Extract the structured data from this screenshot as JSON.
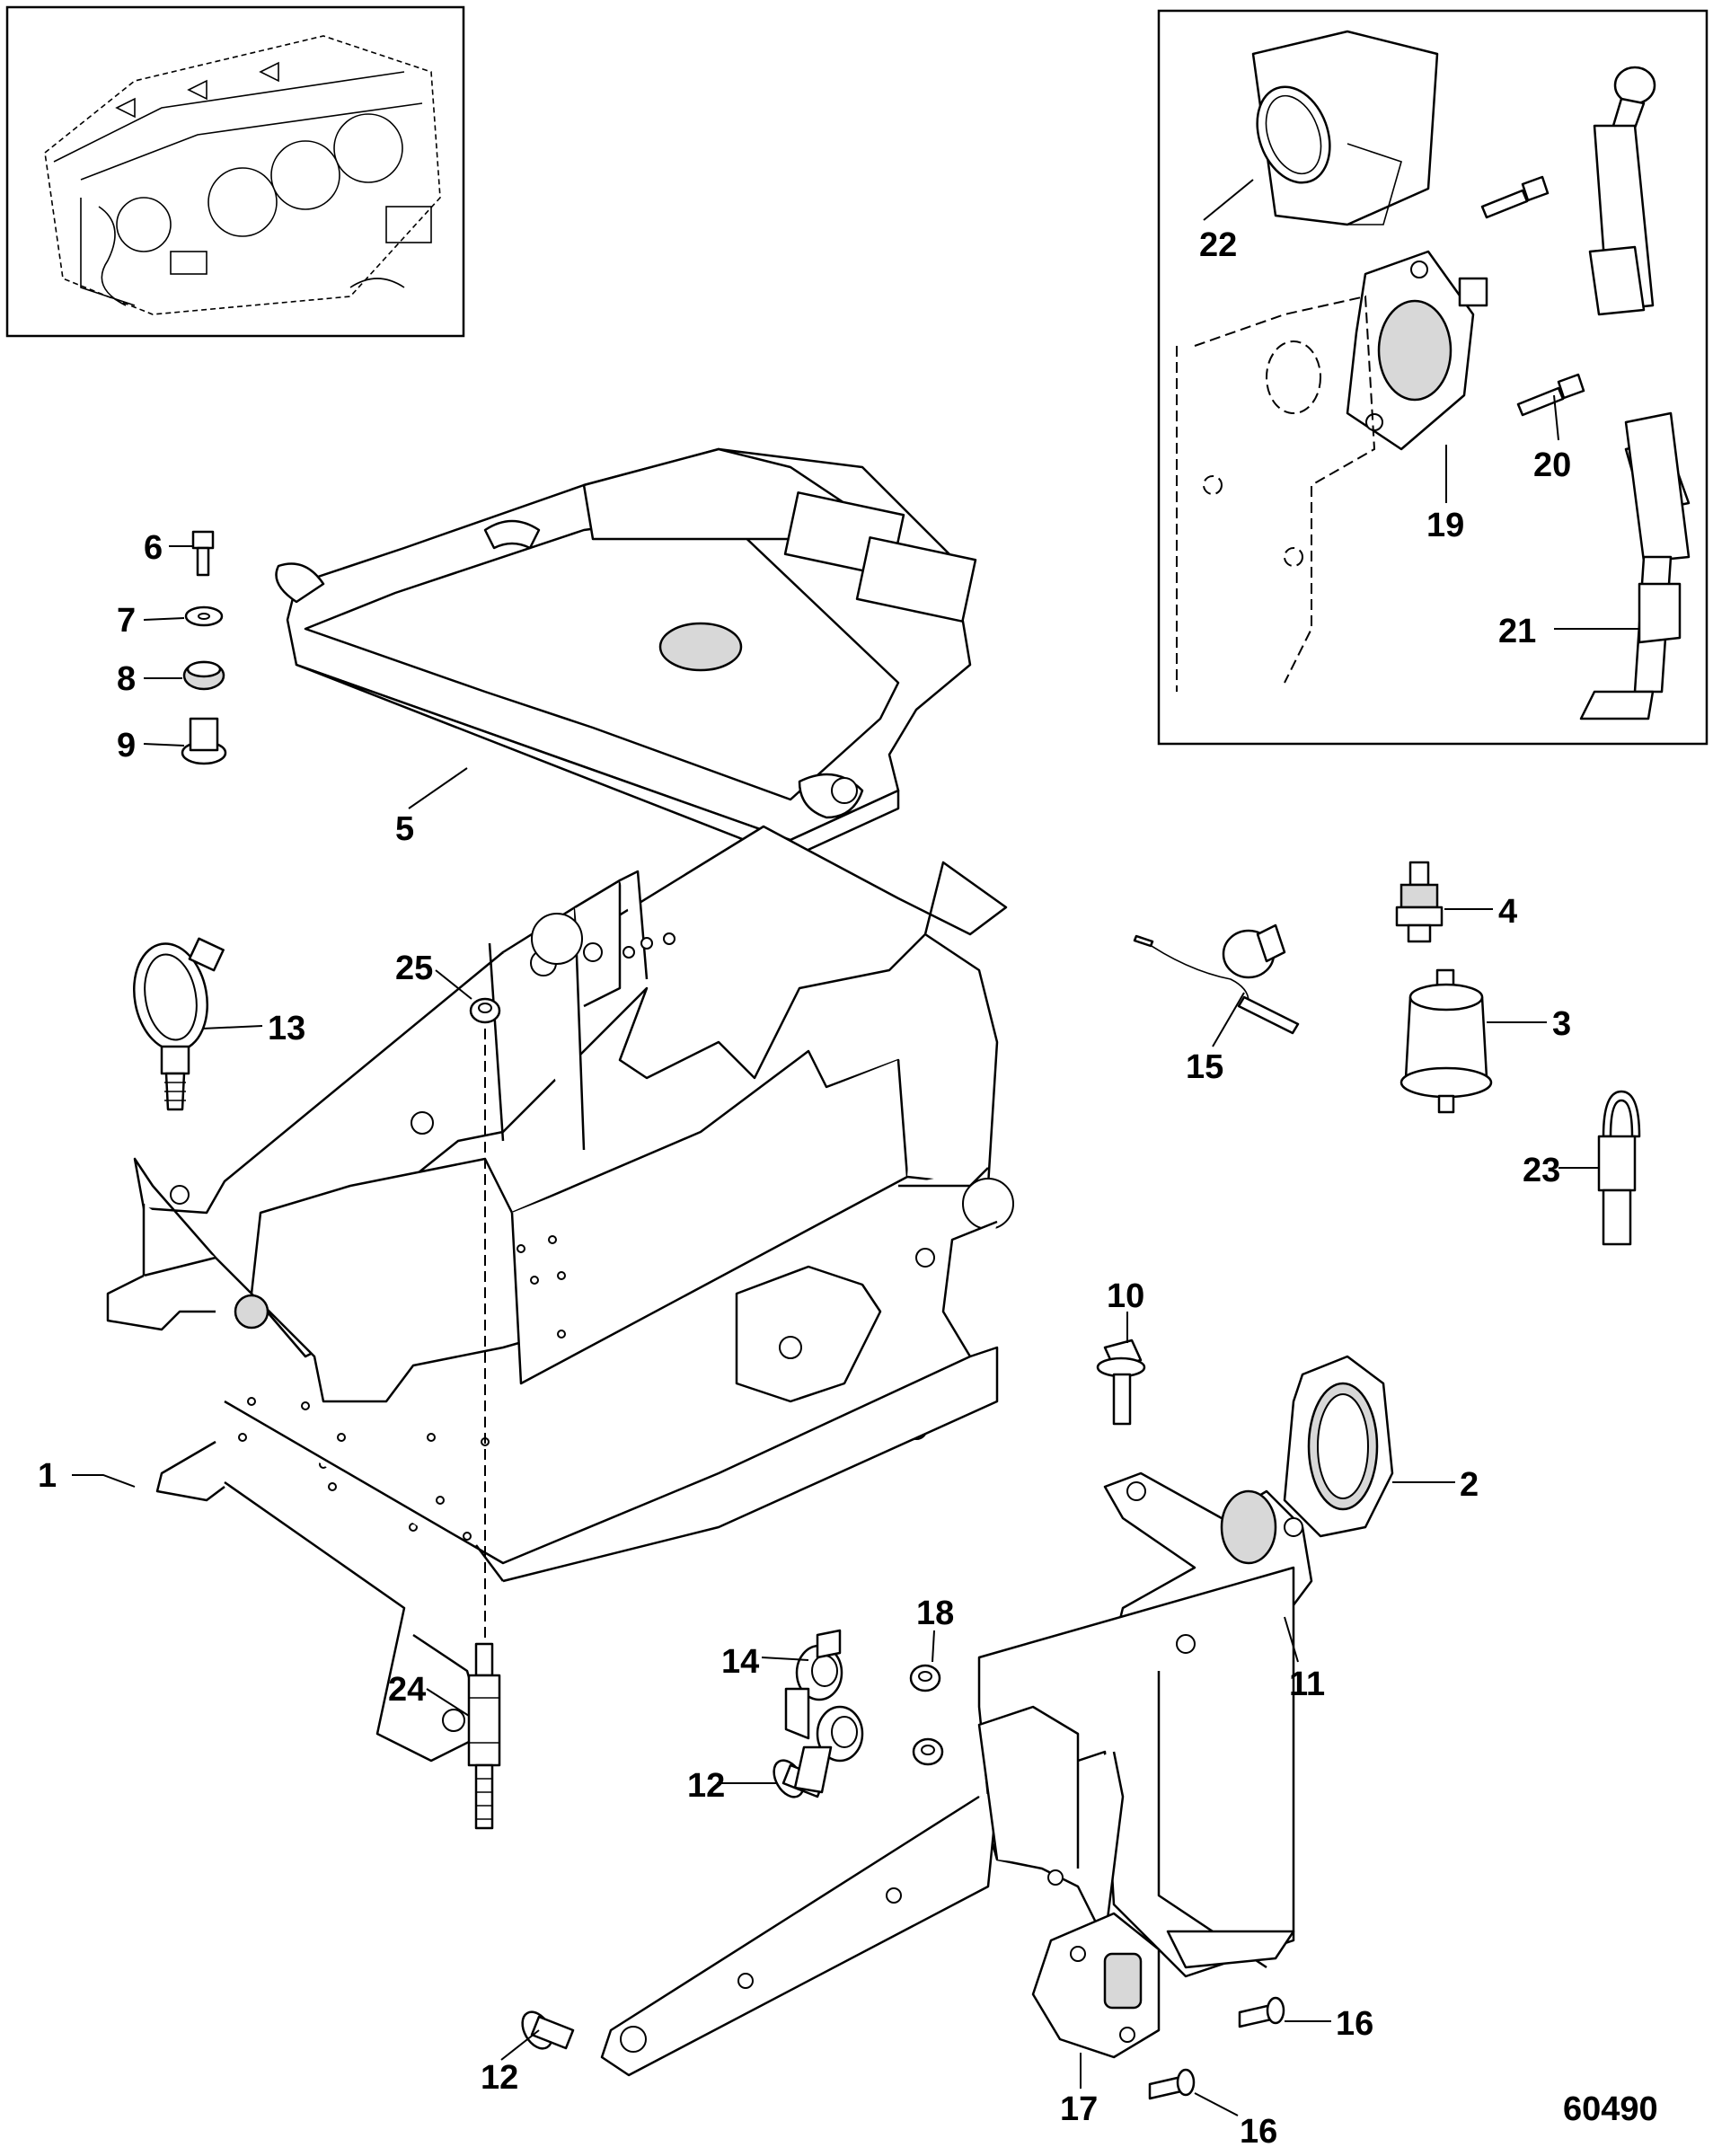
{
  "diagram": {
    "drawing_number": "60490",
    "callouts": [
      {
        "id": "c1",
        "label": "1"
      },
      {
        "id": "c2",
        "label": "2"
      },
      {
        "id": "c3",
        "label": "3"
      },
      {
        "id": "c4",
        "label": "4"
      },
      {
        "id": "c5",
        "label": "5"
      },
      {
        "id": "c6",
        "label": "6"
      },
      {
        "id": "c7",
        "label": "7"
      },
      {
        "id": "c8",
        "label": "8"
      },
      {
        "id": "c9",
        "label": "9"
      },
      {
        "id": "c10",
        "label": "10"
      },
      {
        "id": "c11",
        "label": "11"
      },
      {
        "id": "c12a",
        "label": "12"
      },
      {
        "id": "c12b",
        "label": "12"
      },
      {
        "id": "c13",
        "label": "13"
      },
      {
        "id": "c14",
        "label": "14"
      },
      {
        "id": "c15",
        "label": "15"
      },
      {
        "id": "c16a",
        "label": "16"
      },
      {
        "id": "c16b",
        "label": "16"
      },
      {
        "id": "c17",
        "label": "17"
      },
      {
        "id": "c18",
        "label": "18"
      },
      {
        "id": "c19",
        "label": "19"
      },
      {
        "id": "c20",
        "label": "20"
      },
      {
        "id": "c21",
        "label": "21"
      },
      {
        "id": "c22",
        "label": "22"
      },
      {
        "id": "c23",
        "label": "23"
      },
      {
        "id": "c24",
        "label": "24"
      },
      {
        "id": "c25",
        "label": "25"
      }
    ]
  }
}
